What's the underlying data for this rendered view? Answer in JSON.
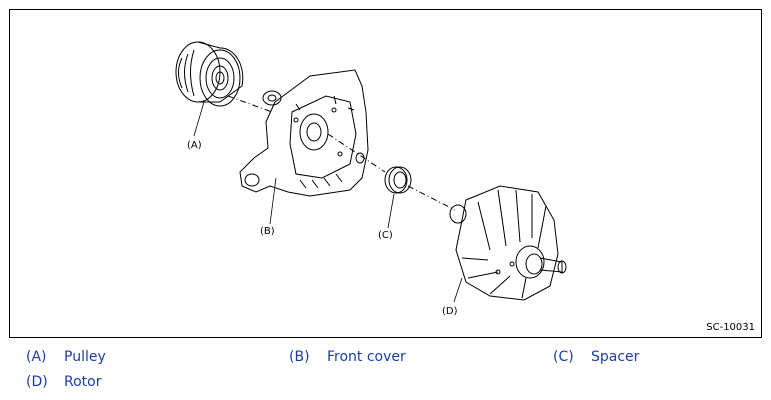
{
  "figure": {
    "code": "SC-10031",
    "callouts": {
      "a": "(A)",
      "b": "(B)",
      "c": "(C)",
      "d": "(D)"
    }
  },
  "legend": [
    {
      "code": "(A)",
      "label": "Pulley"
    },
    {
      "code": "(B)",
      "label": "Front cover"
    },
    {
      "code": "(C)",
      "label": "Spacer"
    },
    {
      "code": "(D)",
      "label": "Rotor"
    }
  ],
  "colors": {
    "legend_text": "#1a3fa0",
    "line": "#000000"
  }
}
